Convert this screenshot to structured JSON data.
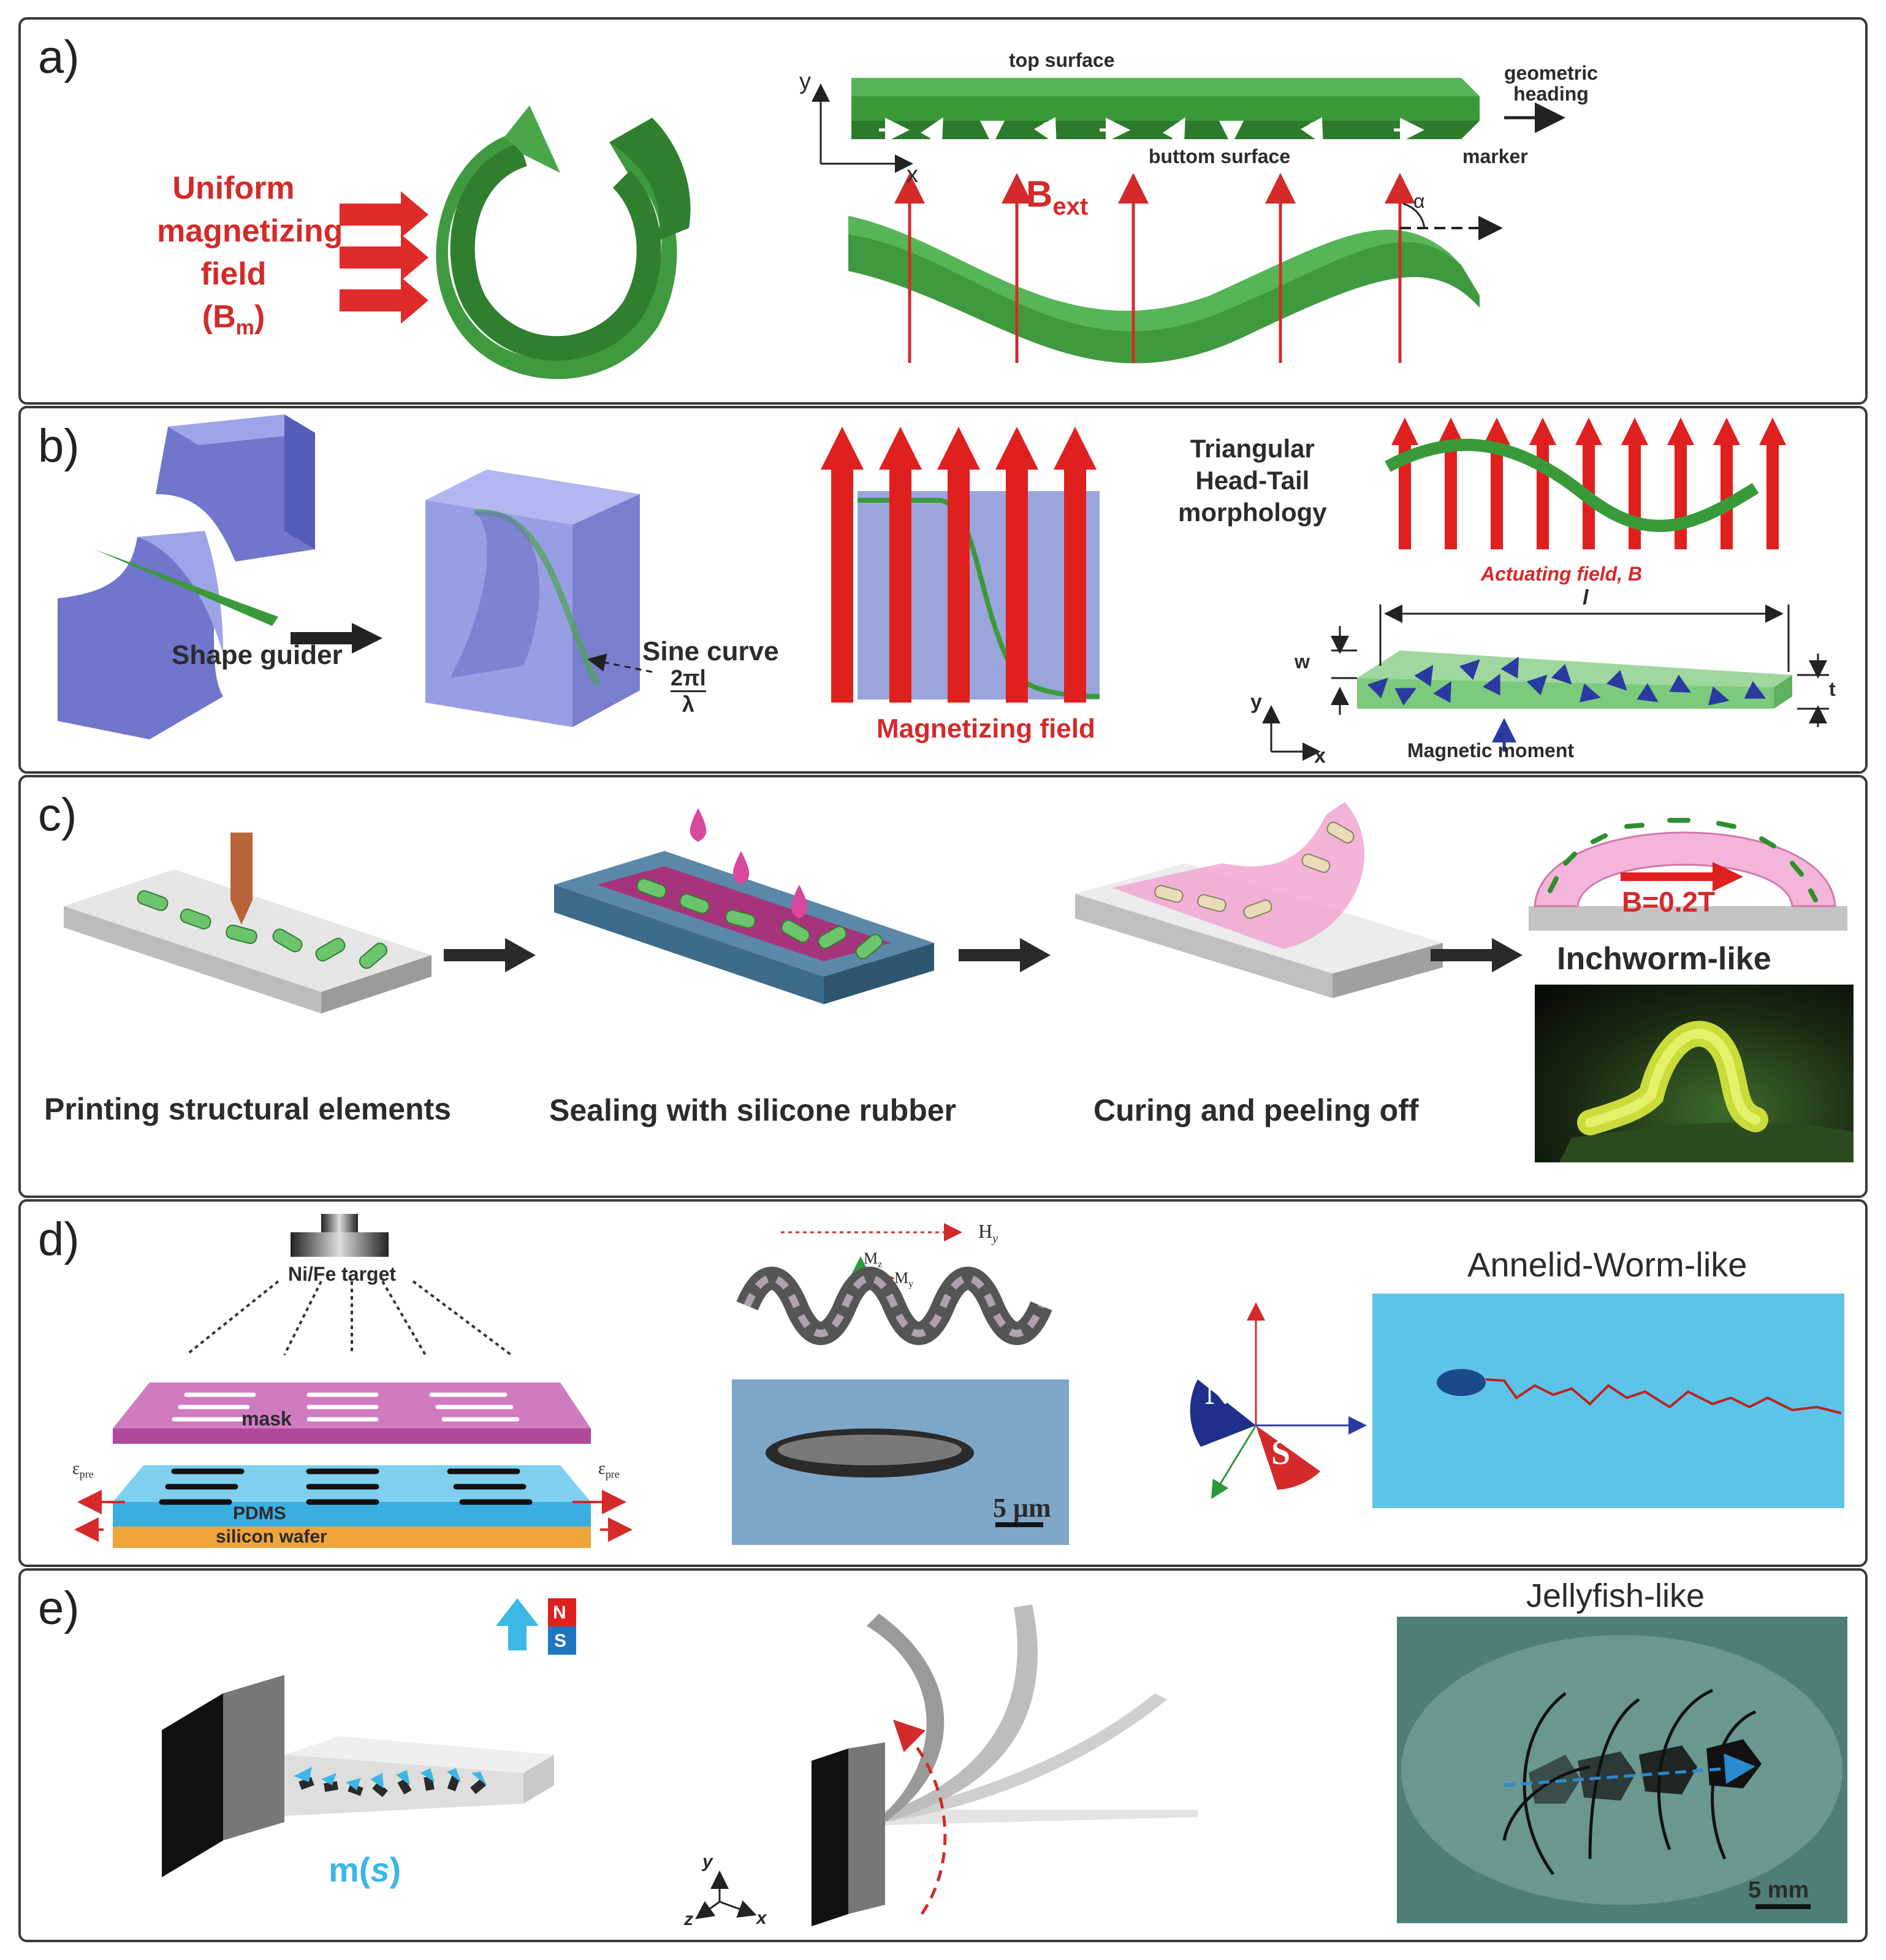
{
  "panels": {
    "a": {
      "label": "a)",
      "magnetizing_label": [
        "Uniform",
        "magnetizing",
        "field",
        "(B"
      ],
      "magnetizing_sub": "m",
      "magnetizing_close": ")",
      "top_surface": "top surface",
      "buttom_surface": "buttom surface",
      "geometric_heading": [
        "geometric",
        "heading"
      ],
      "marker": "marker",
      "axis_y": "y",
      "axis_x": "x",
      "bext": "B",
      "bext_sub": "ext",
      "alpha": "α"
    },
    "b": {
      "label": "b)",
      "shape_guider": "Shape guider",
      "sine_curve": "Sine curve",
      "formula_num": "2πl",
      "formula_den": "λ",
      "magnetizing_field": "Magnetizing field",
      "triangular": [
        "Triangular",
        "Head-Tail",
        "morphology"
      ],
      "actuating_field": "Actuating field, B",
      "length_l": "l",
      "w": "w",
      "t": "t",
      "axis_y": "y",
      "axis_x": "x",
      "magnetic_moment": "Magnetic moment"
    },
    "c": {
      "label": "c)",
      "step1": "Printing structural elements",
      "step2": "Sealing with silicone rubber",
      "step3": "Curing and peeling off",
      "field": "B=0.2T",
      "inchworm": "Inchworm-like"
    },
    "d": {
      "label": "d)",
      "target": "Ni/Fe target",
      "mask": "mask",
      "eps_left": "ε",
      "eps_right": "ε",
      "eps_sub": "pre",
      "pdms": "PDMS",
      "silicon": "silicon wafer",
      "hy": "H",
      "hy_sub": "y",
      "mz": "M",
      "mz_sub": "z",
      "my": "M",
      "my_sub": "y",
      "scale": "5 μm",
      "north": "N",
      "south": "S",
      "annelid": "Annelid-Worm-like"
    },
    "e": {
      "label": "e)",
      "north": "N",
      "south": "S",
      "moment": "m(",
      "moment_s": "s",
      "moment_close": ")",
      "axis_y": "y",
      "axis_x": "x",
      "axis_z": "z",
      "jellyfish": "Jellyfish-like",
      "scale": "5 mm"
    }
  },
  "colors": {
    "border": "#3a3a3a",
    "red_text": "#d42a2a",
    "green_dark": "#2f7f2f",
    "green_light": "#4aa64a",
    "blue_cube": "#7f86d9",
    "pink": "#c73b8c",
    "cyan": "#3cb7e6"
  }
}
